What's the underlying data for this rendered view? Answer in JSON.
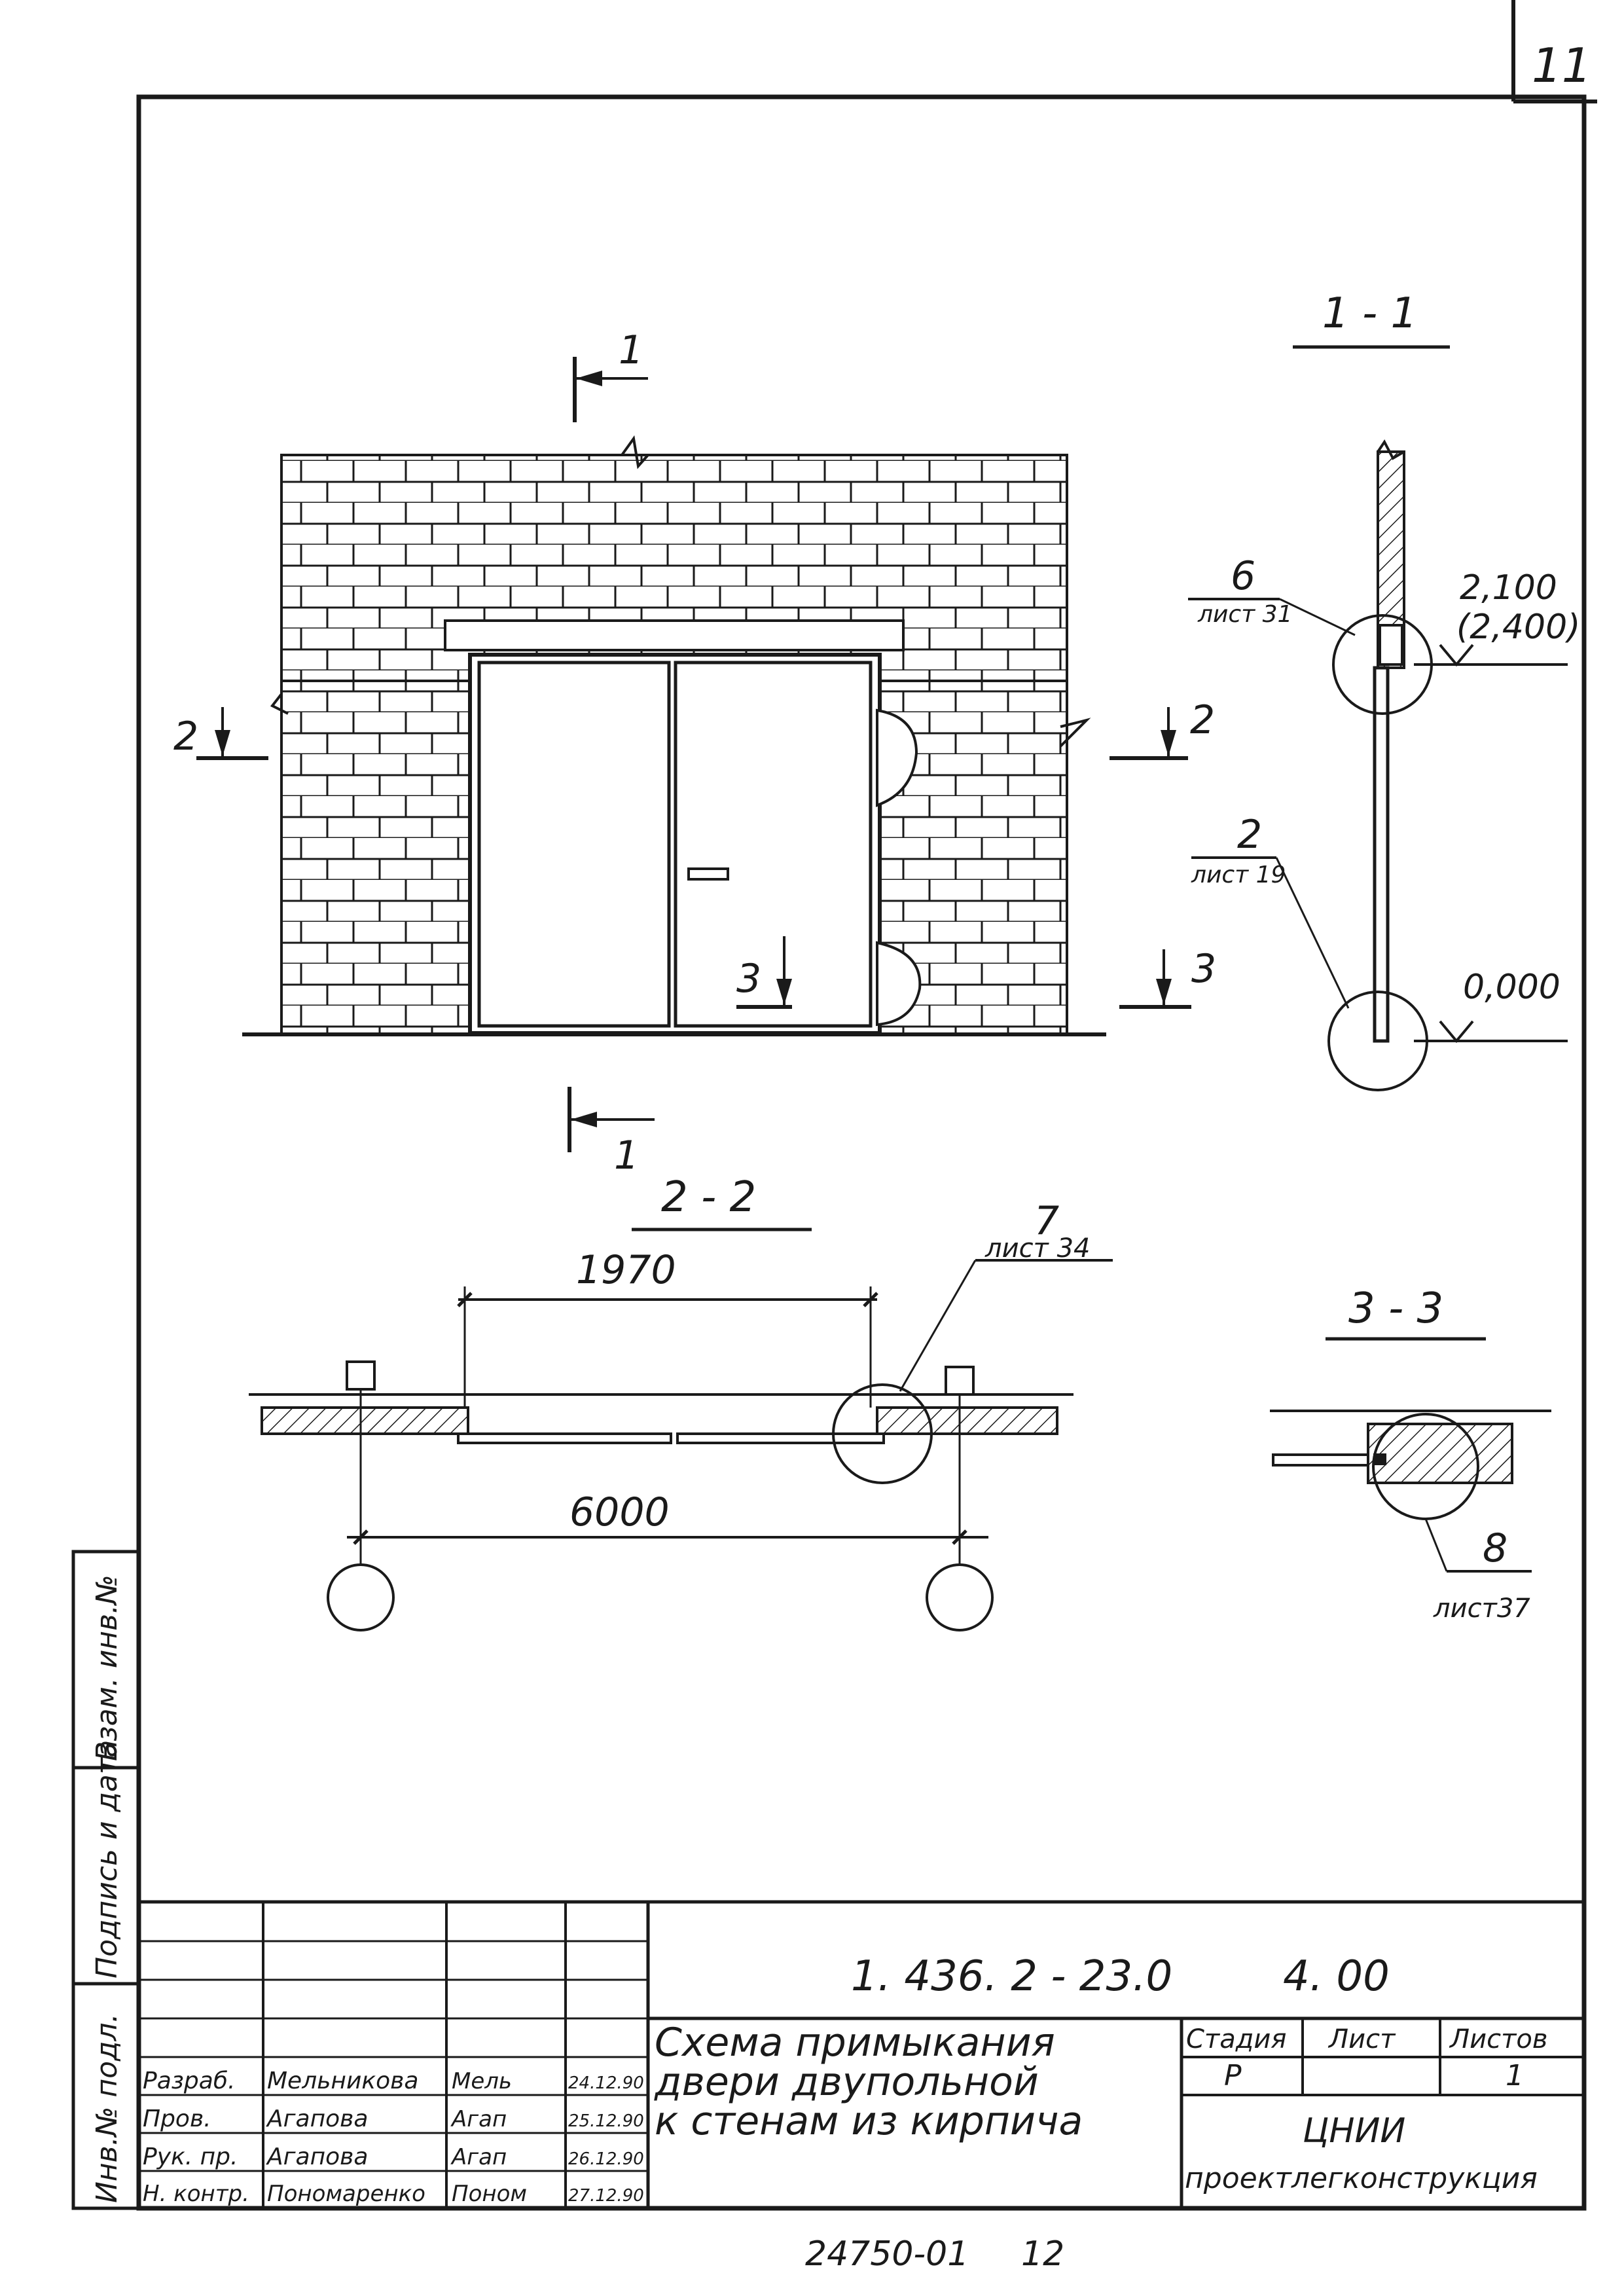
{
  "sheet": {
    "page_number": "11",
    "bottom_number": "24750-01",
    "bottom_number_2": "12"
  },
  "elevation": {
    "cut_1_top": "1",
    "cut_1_bottom": "1",
    "cut_2_left": "2",
    "cut_2_right": "2",
    "cut_3_left": "3",
    "cut_3_right": "3"
  },
  "section_1_1": {
    "title": "1 - 1",
    "node_6_number": "6",
    "node_6_sheet": "лист 31",
    "node_2_number": "2",
    "node_2_sheet": "лист 19",
    "level_top": "2,100",
    "level_top_alt": "(2,400)",
    "level_floor": "0,000"
  },
  "section_2_2": {
    "title": "2 - 2",
    "dim_door": "1970",
    "dim_axes": "6000",
    "node_7_number": "7",
    "node_7_sheet": "лист 34"
  },
  "section_3_3": {
    "title": "3 - 3",
    "node_8_number": "8",
    "node_8_sheet": "лист37"
  },
  "side_stamp": {
    "col1": "Взам. инв.№",
    "col2": "Подпись и дата",
    "col3": "Инв.№ подл."
  },
  "title_block": {
    "code": "1. 436. 2 - 23.0",
    "sub_code": "4. 00",
    "title_line1": "Схема примыкания",
    "title_line2": "двери двупольной",
    "title_line3": "к стенам из кирпича",
    "stage_header": "Стадия",
    "sheet_header": "Лист",
    "sheets_header": "Листов",
    "stage_value": "Р",
    "sheets_value": "1",
    "org_line1": "ЦНИИ",
    "org_line2": "проектлегконструкция",
    "rows": [
      {
        "role": "Разраб.",
        "name": "Мельникова",
        "signature": "Мель",
        "date": "24.12.90"
      },
      {
        "role": "Пров.",
        "name": "Агапова",
        "signature": "Агап",
        "date": "25.12.90"
      },
      {
        "role": "Рук. пр.",
        "name": "Агапова",
        "signature": "Агап",
        "date": "26.12.90"
      },
      {
        "role": "Н. контр.",
        "name": "Пономаренко",
        "signature": "Поном",
        "date": "27.12.90"
      }
    ]
  }
}
